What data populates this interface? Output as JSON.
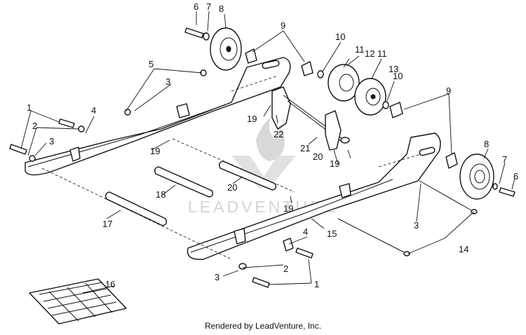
{
  "footer": "Rendered by LeadVenture, Inc.",
  "watermark": "LEADVENTURE",
  "callouts": [
    "1",
    "2",
    "3",
    "4",
    "5",
    "6",
    "7",
    "8",
    "9",
    "10",
    "11",
    "12",
    "13",
    "14",
    "15",
    "16",
    "17",
    "18",
    "19",
    "20",
    "21",
    "22"
  ]
}
